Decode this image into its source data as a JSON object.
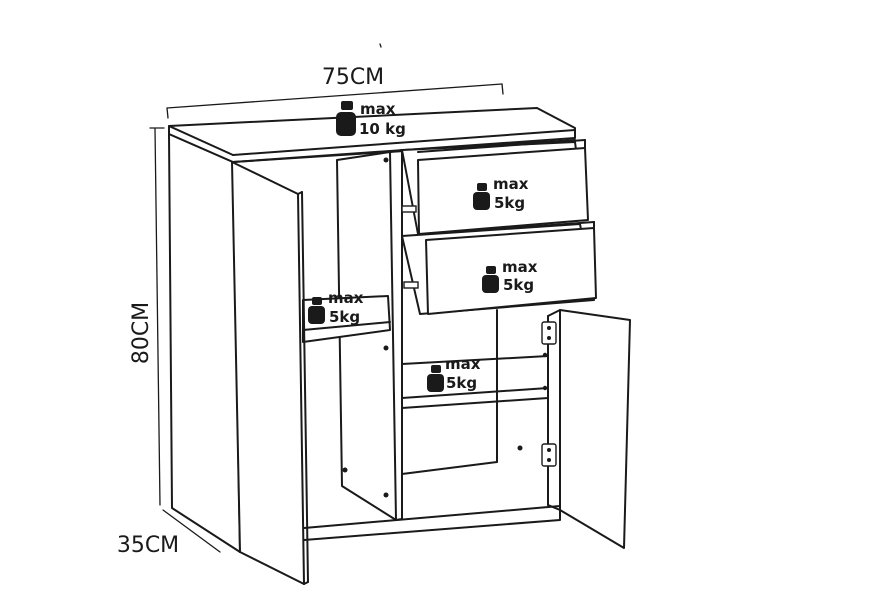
{
  "dimensions": {
    "width": "75CM",
    "height": "80CM",
    "depth": "35CM"
  },
  "loads": {
    "top": {
      "line1": "max",
      "line2": "10 kg"
    },
    "drawer_top": {
      "line1": "max",
      "line2": "5kg"
    },
    "drawer_bottom": {
      "line1": "max",
      "line2": "5kg"
    },
    "left_shelf": {
      "line1": "max",
      "line2": "5kg"
    },
    "right_shelf": {
      "line1": "max",
      "line2": "5kg"
    }
  },
  "icons": [
    "weight-icon"
  ],
  "colors": {
    "line": "#1a1a1a",
    "background": "#ffffff"
  }
}
